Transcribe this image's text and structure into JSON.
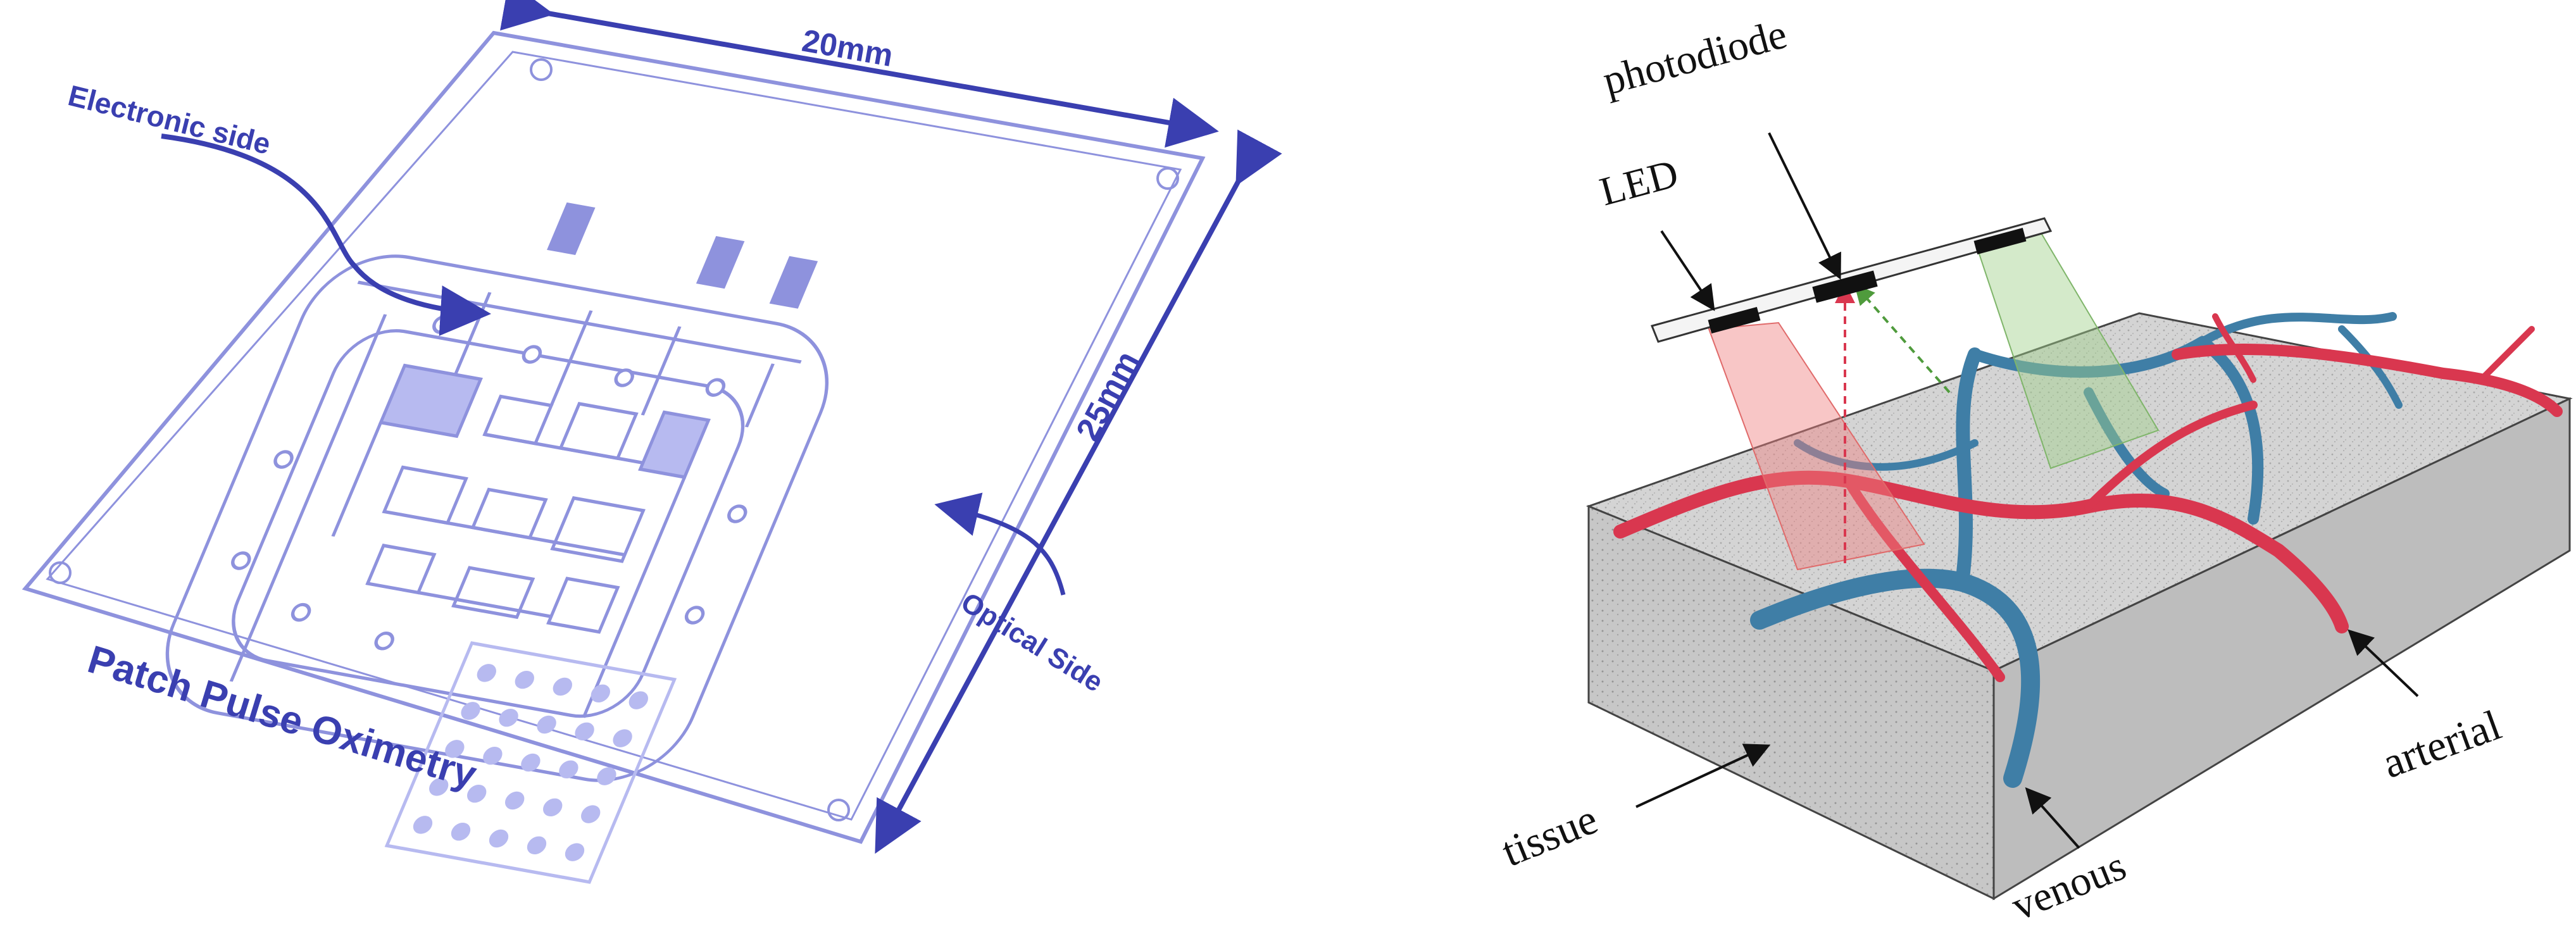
{
  "left_panel": {
    "dimension_width": "20mm",
    "dimension_height": "25mm",
    "electronic_side": "Electronic side",
    "optical_side": "Optical Side",
    "board_title": "Patch Pulse Oximetry"
  },
  "right_panel": {
    "photodiode": "photodiode",
    "led": "LED",
    "arterial": "arterial",
    "tissue": "tissue",
    "venous": "venous"
  },
  "colors": {
    "pcb_blue": "#3a3fb0",
    "pcb_trace": "#8e92dd",
    "arterial_red": "#d9374f",
    "venous_blue": "#3f7ea6",
    "led_red_beam": "#f08080",
    "led_green_beam": "#9fd08a"
  }
}
